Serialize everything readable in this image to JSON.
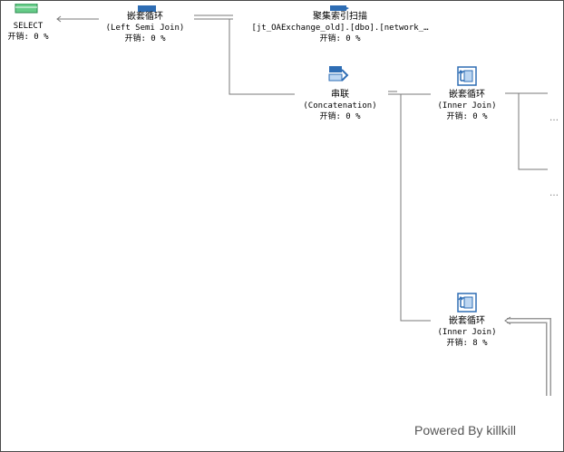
{
  "nodes": {
    "select": {
      "name": "SELECT",
      "cost": "开销: 0 %"
    },
    "loop_semi": {
      "name": "嵌套循环",
      "sub": "(Left Semi Join)",
      "cost": "开销: 0 %"
    },
    "clustered_scan": {
      "name": "聚集索引扫描",
      "sub": "[jt_OAExchange_old].[dbo].[network_…",
      "cost": "开销: 0 %"
    },
    "concat": {
      "name": "串联",
      "sub": "(Concatenation)",
      "cost": "开销: 0 %"
    },
    "loop_inner_1": {
      "name": "嵌套循环",
      "sub": "(Inner Join)",
      "cost": "开销: 0 %"
    },
    "loop_inner_2": {
      "name": "嵌套循环",
      "sub": "(Inner Join)",
      "cost": "开销: 8 %"
    }
  },
  "edge_glyphs": [
    "…",
    "…"
  ],
  "watermark": "Powered By killkill",
  "colors": {
    "link": "#7a7a7a",
    "icon_blue": "#2e6db4",
    "icon_light": "#bcd6f2",
    "select_green": "#66cc88",
    "thick_link": "#a9a9a9"
  }
}
